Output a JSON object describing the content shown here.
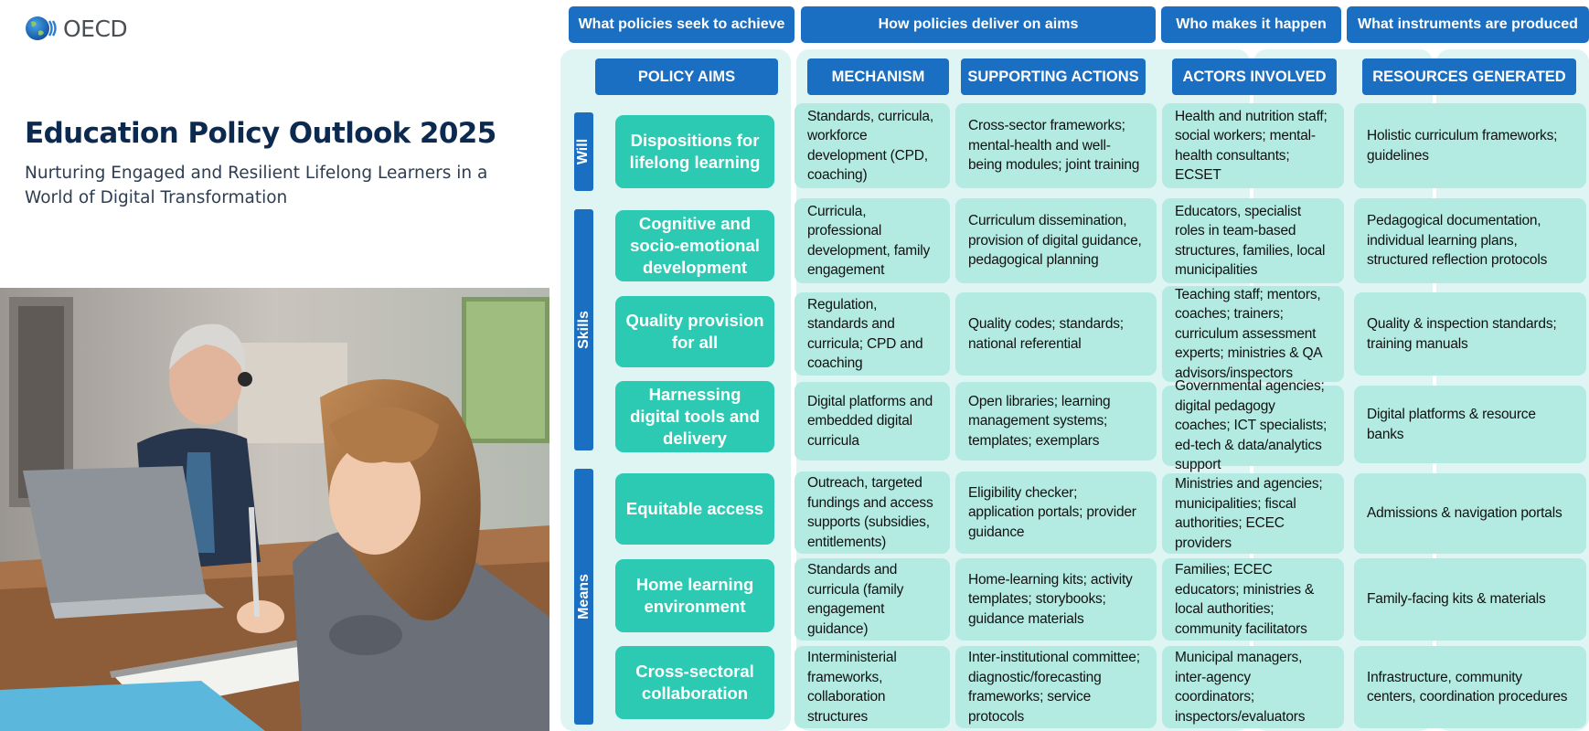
{
  "cover": {
    "logo_text": "OECD",
    "title": "Education Policy Outlook 2025",
    "subtitle": "Nurturing Engaged and Resilient Lifelong Learners in a World of Digital Transformation"
  },
  "top_headers": [
    "What policies seek to achieve",
    "How policies deliver on aims",
    "Who makes it happen",
    "What instruments are produced"
  ],
  "column_headers": [
    "POLICY AIMS",
    "MECHANISM",
    "SUPPORTING ACTIONS",
    "ACTORS INVOLVED",
    "RESOURCES GENERATED"
  ],
  "groups": [
    "Will",
    "Skills",
    "Means"
  ],
  "rows": [
    {
      "aim": "Dispositions for lifelong learning",
      "mechanism": "Standards, curricula, workforce development (CPD, coaching)",
      "supporting_actions": "Cross-sector frameworks; mental-health and well-being modules; joint training",
      "actors": "Health and nutrition staff; social workers; mental-health consultants; ECSET",
      "resources": "Holistic curriculum frameworks; guidelines"
    },
    {
      "aim": "Cognitive and socio-emotional development",
      "mechanism": "Curricula, professional development, family engagement",
      "supporting_actions": "Curriculum dissemination, provision of digital guidance, pedagogical planning",
      "actors": "Educators, specialist roles in team-based structures, families, local municipalities",
      "resources": "Pedagogical documentation, individual learning plans, structured reflection protocols"
    },
    {
      "aim": "Quality provision for all",
      "mechanism": "Regulation, standards and curricula; CPD and coaching",
      "supporting_actions": "Quality codes; standards; national referential",
      "actors": "Teaching staff; mentors, coaches; trainers; curriculum assessment experts; ministries & QA advisors/inspectors",
      "resources": "Quality & inspection standards; training manuals"
    },
    {
      "aim": "Harnessing digital tools and delivery",
      "mechanism": "Digital platforms and embedded digital curricula",
      "supporting_actions": "Open libraries; learning management systems; templates; exemplars",
      "actors": "Governmental agencies; digital pedagogy coaches; ICT specialists; ed-tech & data/analytics support",
      "resources": "Digital platforms & resource banks"
    },
    {
      "aim": "Equitable access",
      "mechanism": "Outreach, targeted fundings and access supports (subsidies, entitlements)",
      "supporting_actions": "Eligibility checker; application portals; provider guidance",
      "actors": "Ministries and agencies; municipalities; fiscal authorities; ECEC providers",
      "resources": "Admissions & navigation portals"
    },
    {
      "aim": "Home learning environment",
      "mechanism": "Standards and curricula (family engagement guidance)",
      "supporting_actions": "Home-learning kits; activity templates; storybooks; guidance materials",
      "actors": "Families; ECEC educators; ministries & local authorities; community facilitators",
      "resources": "Family-facing kits & materials"
    },
    {
      "aim": "Cross-sectoral collaboration",
      "mechanism": "Interministerial frameworks, collaboration structures",
      "supporting_actions": "Inter-institutional committee; diagnostic/forecasting frameworks; service protocols",
      "actors": "Municipal managers, inter-agency coordinators; inspectors/evaluators",
      "resources": "Infrastructure, community centers, coordination procedures"
    }
  ],
  "colors": {
    "header_blue": "#1a6fc2",
    "aim_teal": "#2ccab3",
    "cell_mint": "#b3ebe3",
    "section_bg": "#dff5f3",
    "title_navy": "#0c2a4f"
  }
}
